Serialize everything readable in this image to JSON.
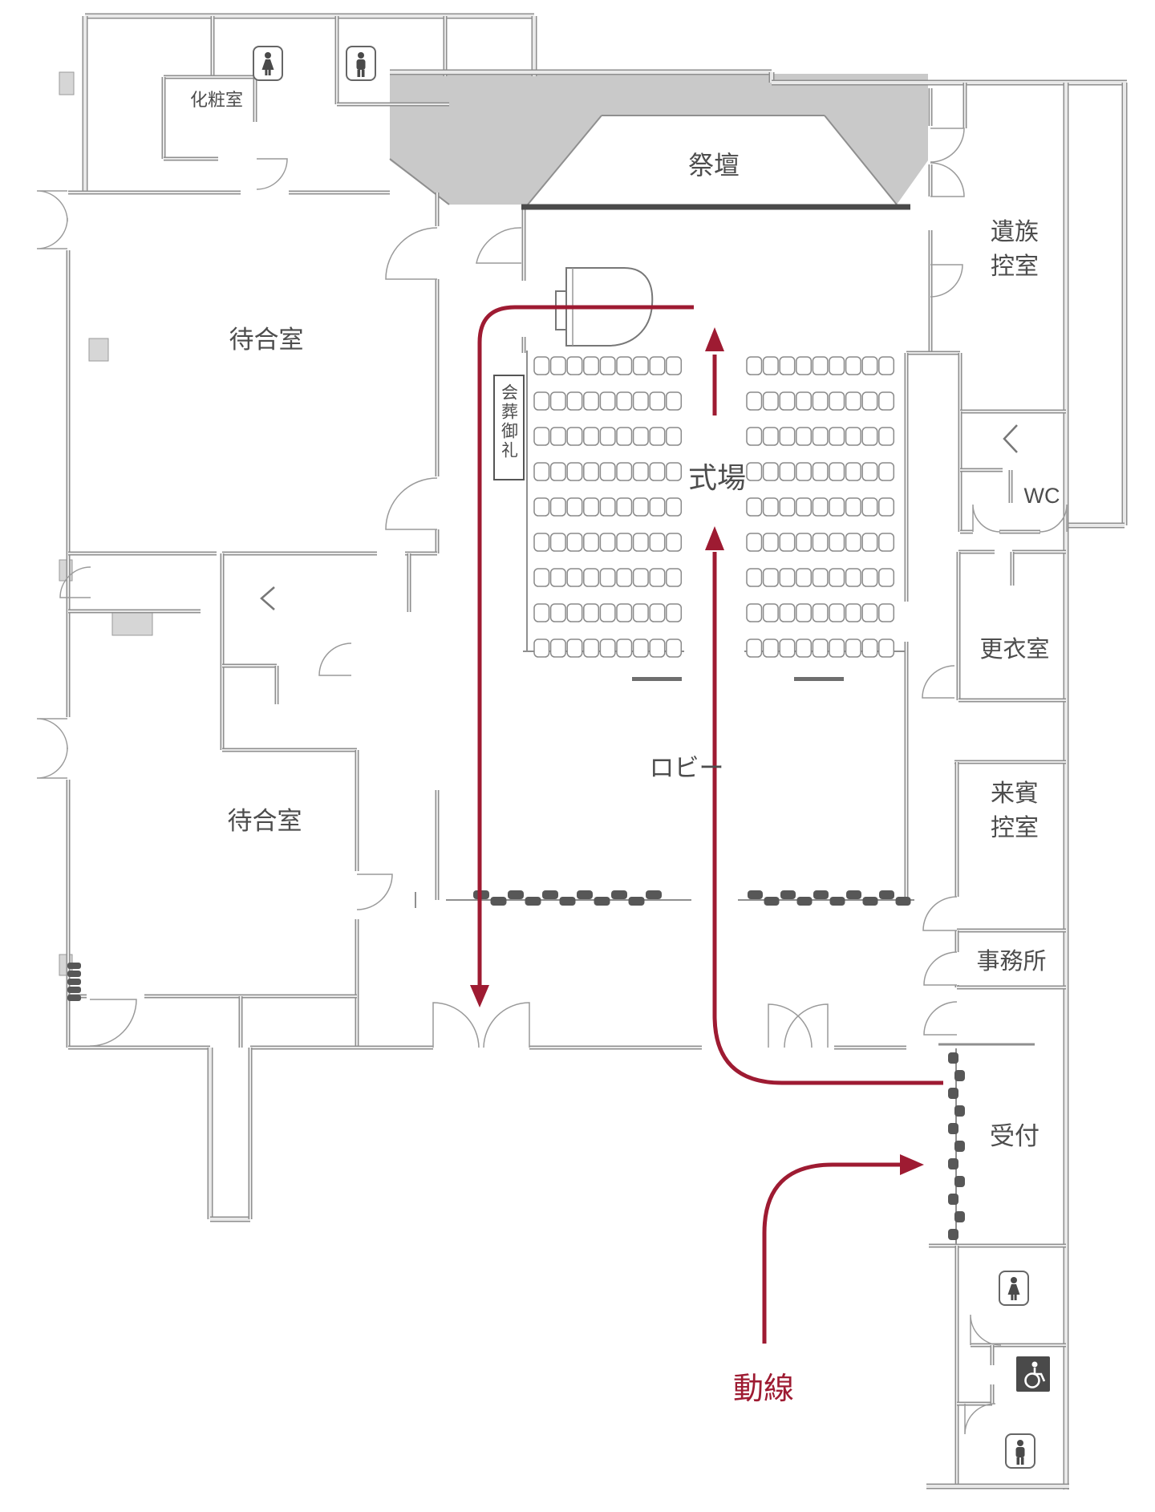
{
  "colors": {
    "flow": "#9e1b32",
    "wall": "#8f8f8f",
    "wall_core": "#e9e9e9",
    "shade": "#c9c9c9",
    "seat_stroke": "#8a8a8a",
    "seat_dark": "#575757",
    "text": "#4d4d4d"
  },
  "rooms": {
    "keshoshitsu": {
      "label": "化粧室"
    },
    "saidan": {
      "label": "祭壇"
    },
    "izoku": {
      "line1": "遺族",
      "line2": "控室"
    },
    "machiai1": {
      "label": "待合室"
    },
    "machiai2": {
      "label": "待合室"
    },
    "kaiso": {
      "label": "会葬御礼"
    },
    "shikijo": {
      "label": "式場"
    },
    "wc": {
      "label": "WC"
    },
    "koishitsu": {
      "label": "更衣室"
    },
    "lobby": {
      "label": "ロビー"
    },
    "raihin": {
      "line1": "来賓",
      "line2": "控室"
    },
    "jimusho": {
      "label": "事務所"
    },
    "uketsuke": {
      "label": "受付"
    },
    "flow_label": {
      "label": "動線"
    }
  },
  "icons": {
    "top_women": "woman-restroom-icon",
    "top_men": "man-restroom-icon",
    "bottom_women": "woman-restroom-icon",
    "bottom_wheelchair": "wheelchair-accessible-icon",
    "bottom_men": "man-restroom-icon"
  },
  "seating": {
    "ceremony_blocks": 2,
    "ceremony_rows": 9,
    "ceremony_cols": 9,
    "lobby_bench_a_seats": 11,
    "lobby_bench_b_seats": 10,
    "reception_bench_seats": 11,
    "mini_bench_seats": 5
  }
}
